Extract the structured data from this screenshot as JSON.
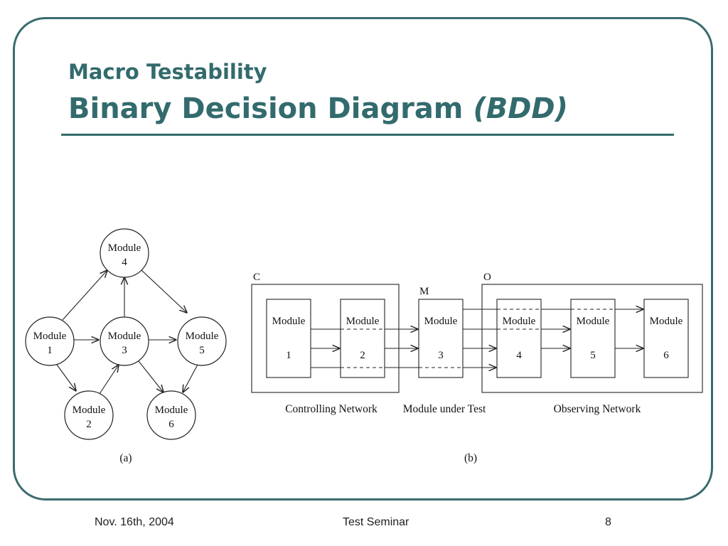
{
  "slide": {
    "title": "Macro Testability",
    "subtitle_main": "Binary Decision Diagram",
    "subtitle_abbr": "(BDD)"
  },
  "diagram_a": {
    "caption": "(a)",
    "nodes": [
      {
        "label": "Module",
        "num": "1"
      },
      {
        "label": "Module",
        "num": "2"
      },
      {
        "label": "Module",
        "num": "3"
      },
      {
        "label": "Module",
        "num": "4"
      },
      {
        "label": "Module",
        "num": "5"
      },
      {
        "label": "Module",
        "num": "6"
      }
    ]
  },
  "diagram_b": {
    "caption": "(b)",
    "region_c": "C",
    "region_m": "M",
    "region_o": "O",
    "modules": [
      {
        "label": "Module",
        "num": "1"
      },
      {
        "label": "Module",
        "num": "2"
      },
      {
        "label": "Module",
        "num": "3"
      },
      {
        "label": "Module",
        "num": "4"
      },
      {
        "label": "Module",
        "num": "5"
      },
      {
        "label": "Module",
        "num": "6"
      }
    ],
    "group_labels": {
      "controlling": "Controlling Network",
      "under_test": "Module under Test",
      "observing": "Observing Network"
    }
  },
  "footer": {
    "date": "Nov. 16th, 2004",
    "center": "Test Seminar",
    "page": "8"
  }
}
